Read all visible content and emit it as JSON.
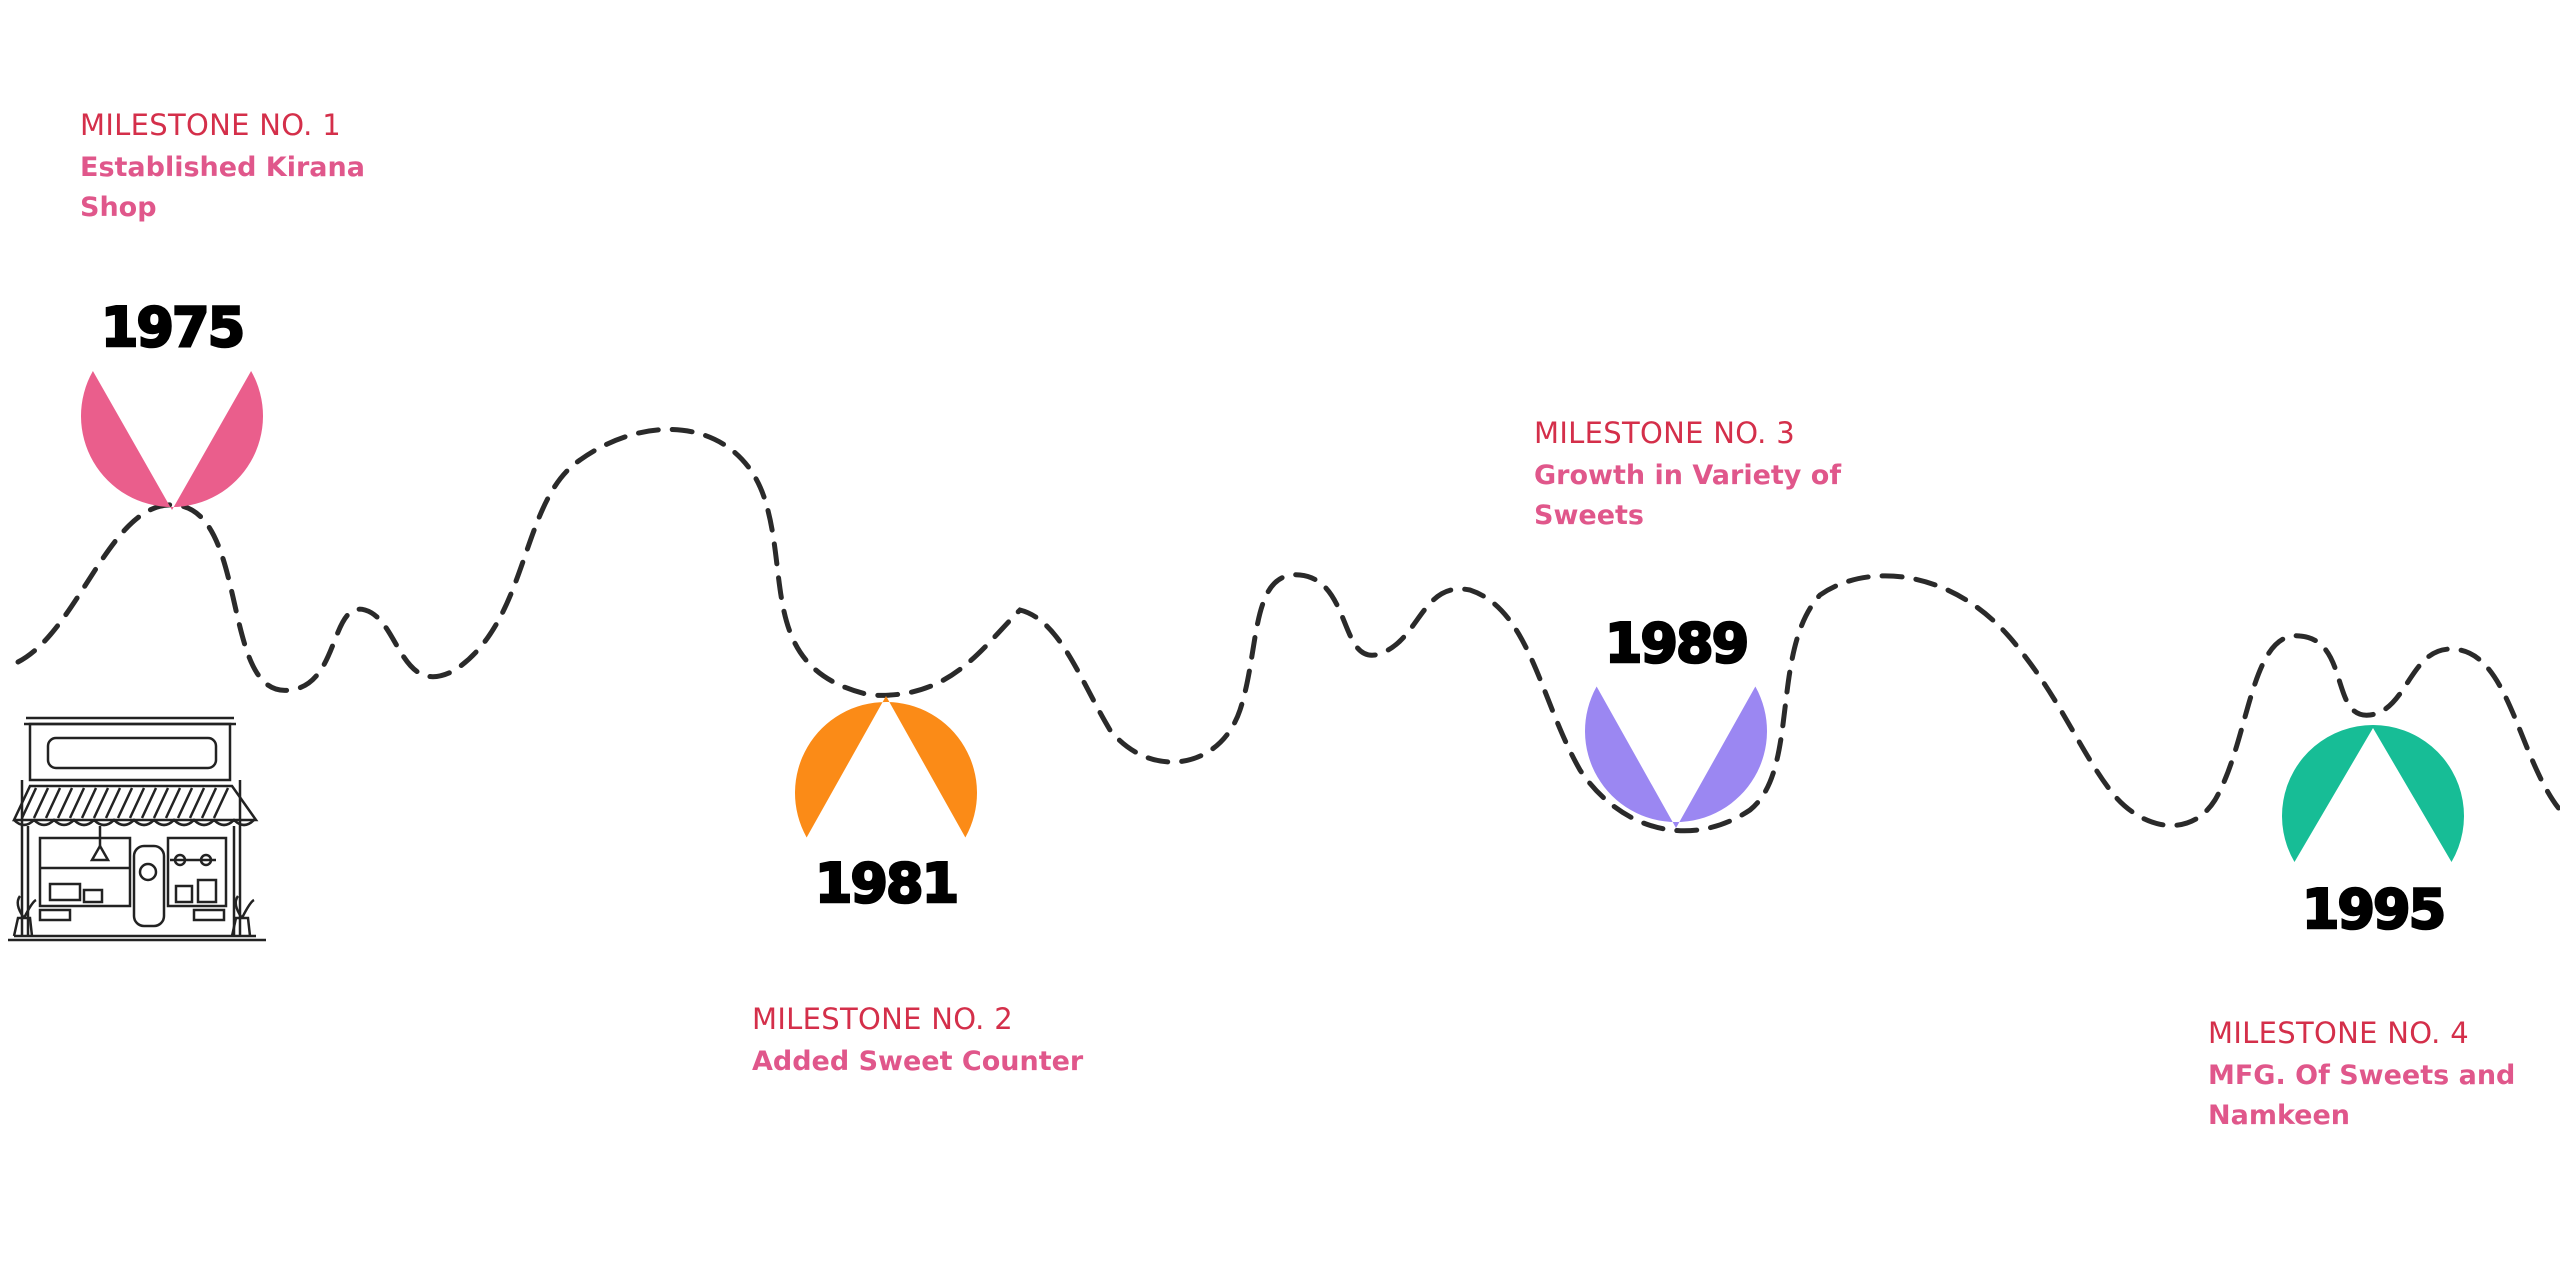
{
  "colors": {
    "title": "#d42f4a",
    "desc": "#e0578b",
    "path": "#2a2a2a",
    "path_accent": "#7a3a78"
  },
  "milestones": [
    {
      "title": "MILESTONE NO. 1",
      "desc": "Established Kirana Shop",
      "year": "1975",
      "color": "#ea5e8c",
      "shape": "pin"
    },
    {
      "title": "MILESTONE NO. 2",
      "desc": "Added Sweet Counter",
      "year": "1981",
      "color": "#fb8b17",
      "shape": "drop"
    },
    {
      "title": "MILESTONE NO. 3",
      "desc": "Growth in Variety of Sweets",
      "year": "1989",
      "color": "#9b87f2",
      "shape": "pin"
    },
    {
      "title": "MILESTONE NO. 4",
      "desc": "MFG. Of Sweets and Namkeen",
      "year": "1995",
      "color": "#17bd96",
      "shape": "drop"
    }
  ],
  "illustration": {
    "icon": "storefront-icon"
  }
}
